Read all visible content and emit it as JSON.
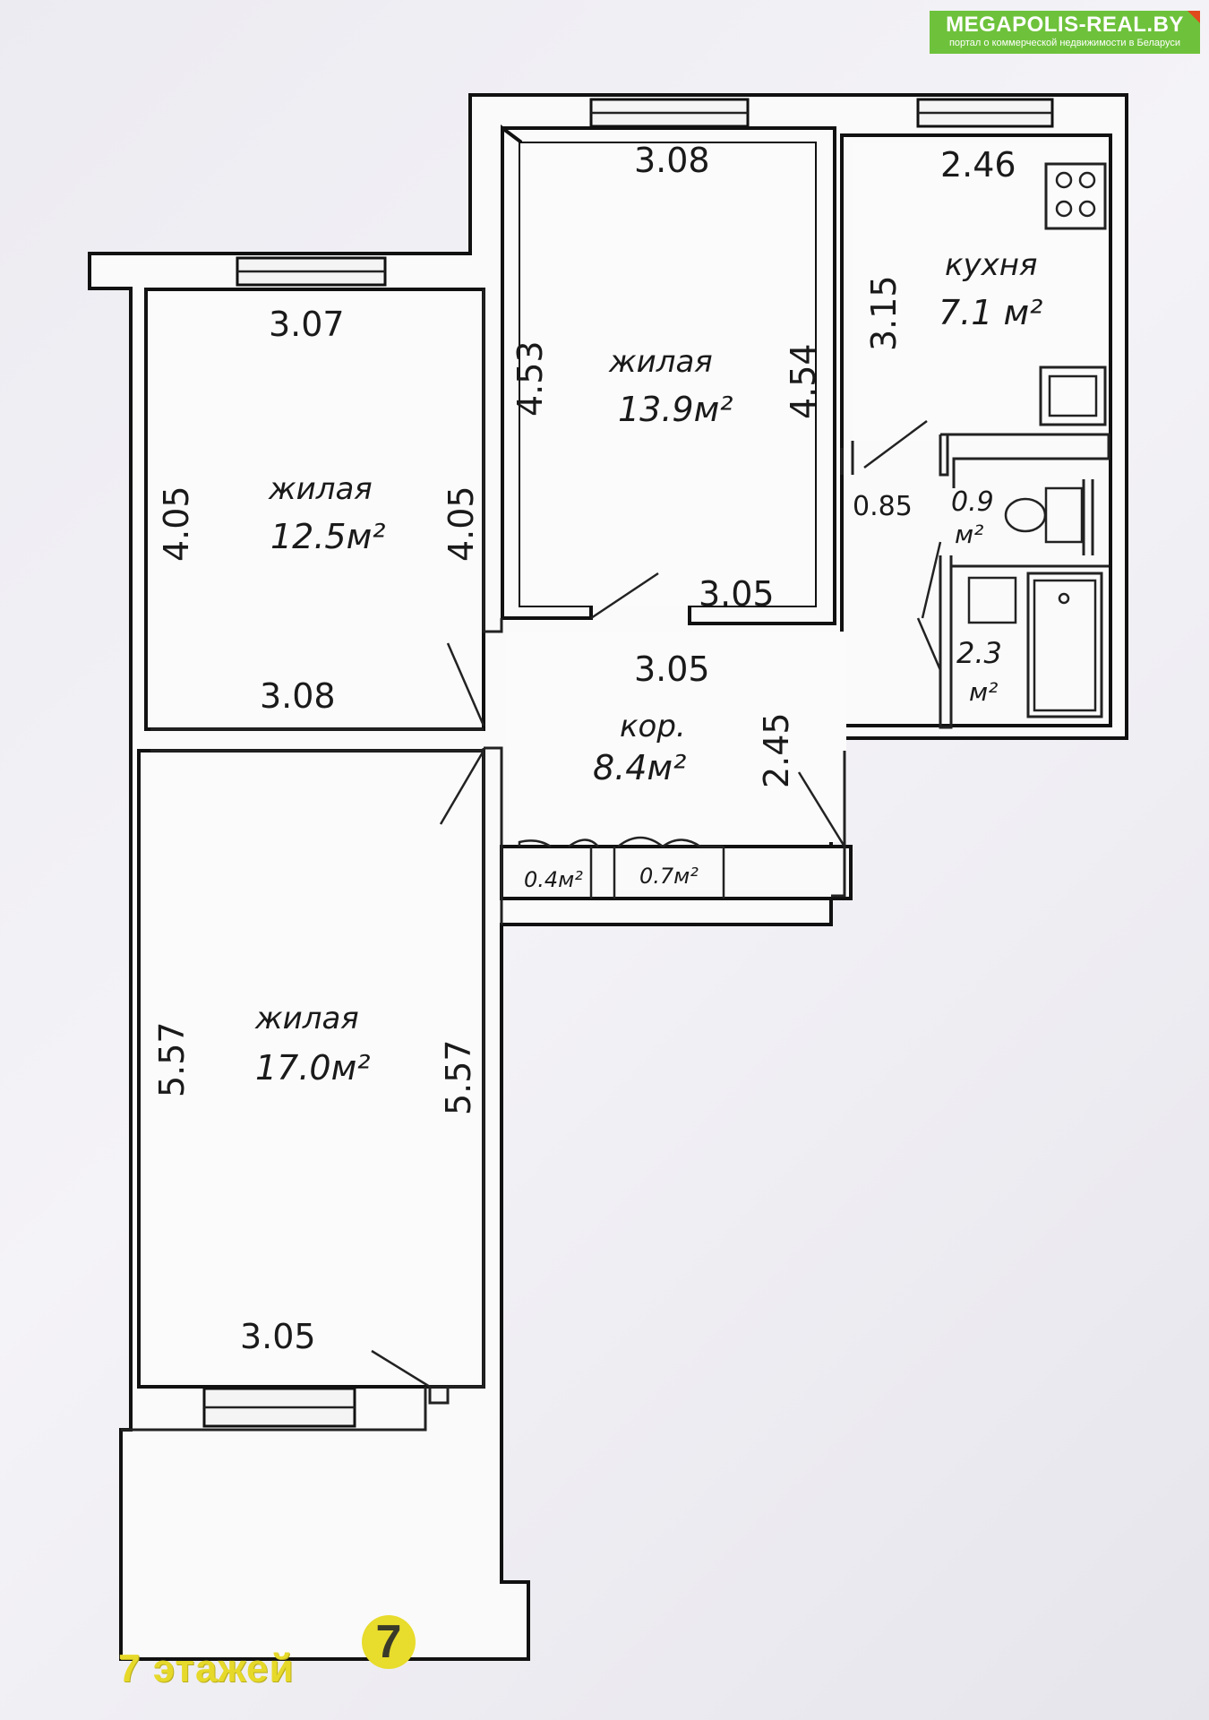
{
  "brand": {
    "title": "MEGAPOLIS-REAL.BY",
    "subtitle": "портал о коммерческой недвижимости в Беларуси",
    "color": "#6ec23b"
  },
  "watermark": {
    "text": "7 этажей",
    "logo_glyph": "7"
  },
  "rooms": {
    "living_top": {
      "label": "жилая",
      "area": "13.9м²"
    },
    "living_left": {
      "label": "жилая",
      "area": "12.5м²"
    },
    "living_bottom": {
      "label": "жилая",
      "area": "17.0м²"
    },
    "kitchen": {
      "label": "кухня",
      "area": "7.1 м²"
    },
    "corridor": {
      "label": "кор.",
      "area": "8.4м²"
    },
    "wc": {
      "area_num": "0.9",
      "area_unit": "м²"
    },
    "bath": {
      "area_num": "2.3",
      "area_unit": "м²"
    },
    "closet_1": {
      "area": "0.4м²"
    },
    "closet_2": {
      "area": "0.7м²"
    }
  },
  "dimensions": {
    "top_room_width": "3.08",
    "kitchen_width": "2.46",
    "left_room_top": "3.07",
    "top_room_left": "4.53",
    "top_room_right": "4.54",
    "kitchen_height": "3.15",
    "left_room_left": "4.05",
    "left_room_right": "4.05",
    "top_room_bottom": "3.05",
    "corridor_top": "3.05",
    "left_room_bottom": "3.08",
    "corridor_right": "2.45",
    "wc_door": "0.85",
    "bottom_room_left": "5.57",
    "bottom_room_right": "5.57",
    "bottom_room_width": "3.05"
  }
}
